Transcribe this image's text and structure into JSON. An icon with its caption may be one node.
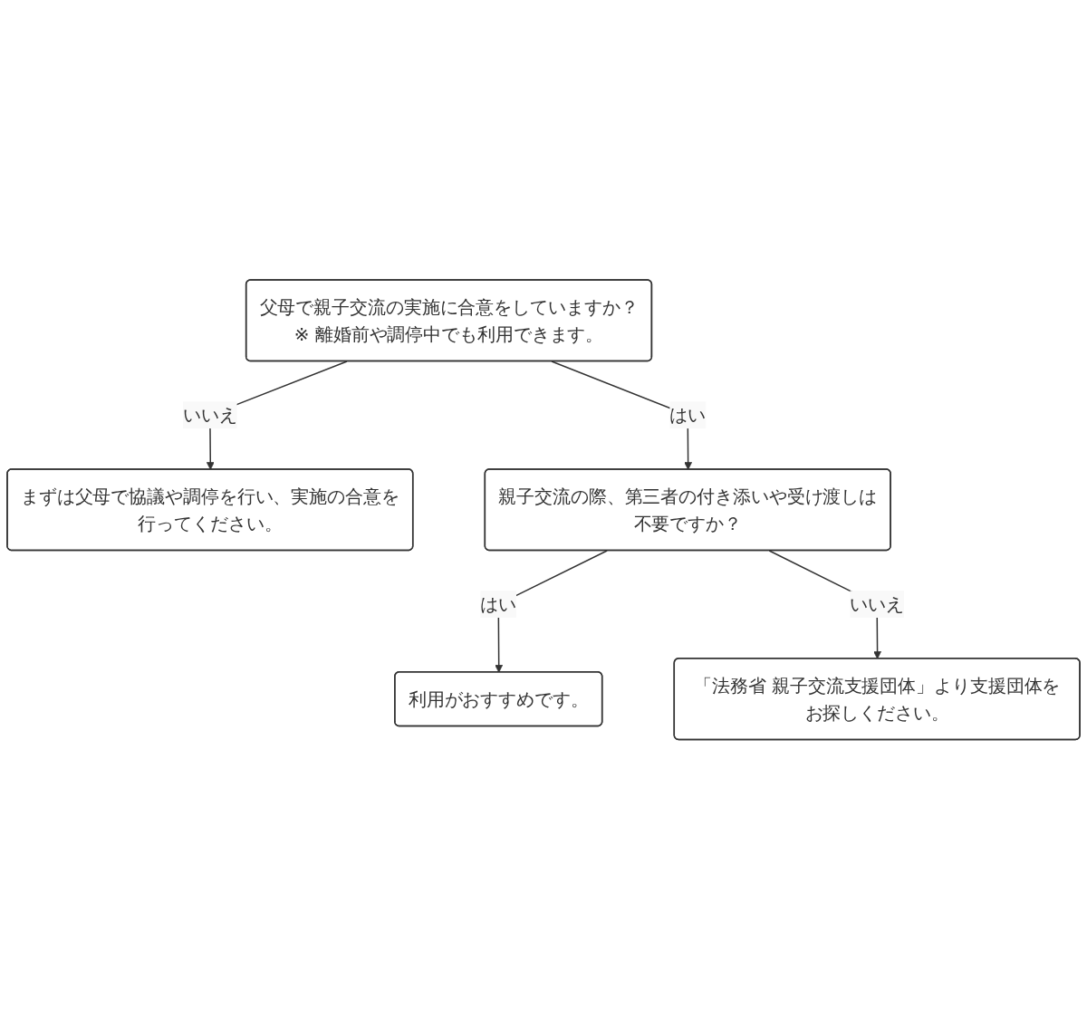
{
  "diagram": {
    "nodes": [
      {
        "text": [
          "父母で親子交流の実施に合意をしていますか？",
          "※ 離婚前や調停中でも利用できます。"
        ]
      },
      {
        "text": [
          "まずは父母で協議や調停を行い、実施の合意を行ってください。"
        ]
      },
      {
        "text": [
          "親子交流の際、第三者の付き添いや受け渡しは不要ですか？"
        ]
      },
      {
        "text": [
          "利用がおすすめです。"
        ]
      },
      {
        "text": [
          "「法務省 親子交流支援団体」より支援団体をお探しください。"
        ]
      }
    ],
    "edges": [
      {
        "from": 0,
        "to": 2,
        "arrow": "to",
        "label": "はい"
      },
      {
        "from": 0,
        "to": 1,
        "arrow": "to",
        "label": "いいえ"
      },
      {
        "from": 2,
        "to": 3,
        "arrow": "to",
        "label": "はい"
      },
      {
        "from": 2,
        "to": 4,
        "arrow": "to",
        "label": "いいえ"
      }
    ]
  }
}
